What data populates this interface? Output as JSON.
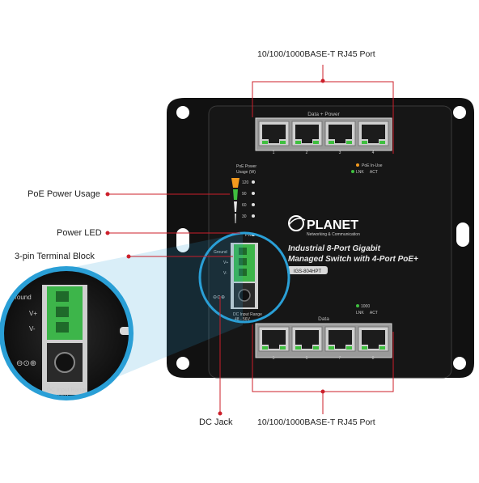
{
  "callouts": {
    "top_port": "10/100/1000BASE-T RJ45 Port",
    "bottom_port": "10/100/1000BASE-T RJ45 Port",
    "poe_usage": "PoE Power Usage",
    "power_led": "Power LED",
    "terminal_block": "3-pin Terminal Block",
    "dc_jack": "DC Jack"
  },
  "device": {
    "brand": "PLANET",
    "brand_tagline": "Networking & Communication",
    "product_line1": "Industrial 8-Port Gigabit",
    "product_line2": "Managed Switch with 4-Port PoE+",
    "model": "IGS-804HPT",
    "top_group_label": "Data + Power",
    "bottom_group_label": "Data",
    "top_port_numbers": [
      "1",
      "2",
      "3",
      "4"
    ],
    "bottom_port_numbers": [
      "5",
      "6",
      "7",
      "8"
    ],
    "poe_in_use": "PoE In-Use",
    "lnk": "LNK",
    "act": "ACT",
    "link_1000": "1000",
    "usage_title_1": "PoE Power",
    "usage_title_2": "Usage (W)",
    "usage_levels": [
      "120",
      "90",
      "60",
      "30"
    ],
    "pwr_label": "PWR",
    "ground_label": "Ground",
    "vplus_label": "V+",
    "vminus_label": "V-",
    "dc_input_1": "DC Input Range",
    "dc_input_2": "48 - 56V"
  },
  "colors": {
    "callout_red": "#cc1f2a",
    "zoom_blue": "#2a9fd6",
    "panel": "#141414",
    "terminal_green": "#3db54a",
    "led_green": "#3fbf3f",
    "led_orange": "#f39a1e"
  }
}
